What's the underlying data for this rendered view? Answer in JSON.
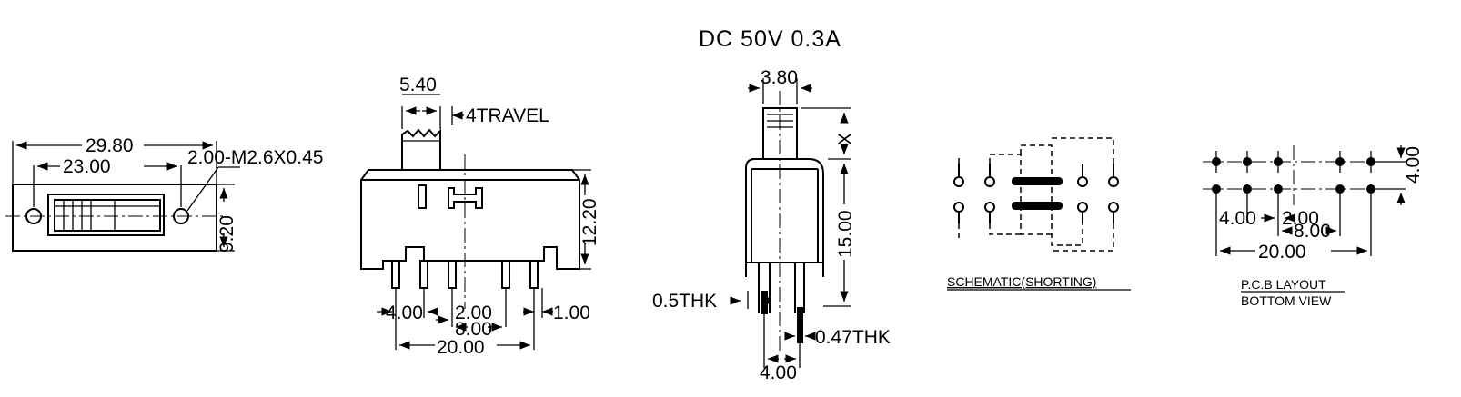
{
  "title": "DC  50V  0.3A",
  "top_view": {
    "overall_length": "29.80",
    "hole_pitch": "23.00",
    "hole_spec": "2.00-M2.6X0.45",
    "height": "9.20"
  },
  "side_view": {
    "actuator_width": "5.40",
    "travel": "4TRAVEL",
    "body_height": "12.20",
    "pin_pitch": "4.00",
    "pin_pitch_inner": "2.00",
    "span_inner": "8.00",
    "span_total": "20.00",
    "pin_width": "1.00"
  },
  "end_view": {
    "actuator_width": "3.80",
    "actuator_height": "X",
    "body_height": "15.00",
    "frame_thickness": "0.5THK",
    "pin_thickness": "0.47THK",
    "pin_pitch": "4.00"
  },
  "schematic": {
    "caption": "SCHEMATIC(SHORTING)"
  },
  "pcb_layout": {
    "caption_line1": "P.C.B LAYOUT",
    "caption_line2": "BOTTOM VIEW",
    "row_pitch": "4.00",
    "pitch_outer": "4.00",
    "pitch_inner": "2.00",
    "span_inner": "8.00",
    "span_total": "20.00"
  },
  "colors": {
    "ink": "#000000",
    "background": "#ffffff"
  }
}
